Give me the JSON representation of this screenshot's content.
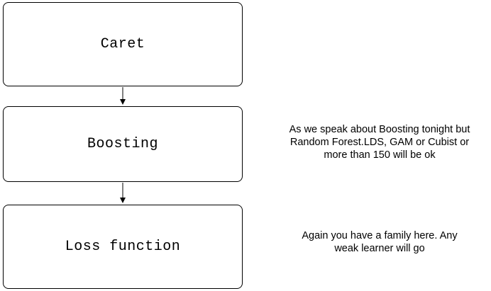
{
  "diagram": {
    "nodes": [
      {
        "id": "caret",
        "label": "Caret"
      },
      {
        "id": "boosting",
        "label": "Boosting"
      },
      {
        "id": "loss",
        "label": "Loss function"
      }
    ],
    "edges": [
      {
        "from": "caret",
        "to": "boosting"
      },
      {
        "from": "boosting",
        "to": "loss"
      }
    ],
    "notes": {
      "boosting": [
        "As we speak about Boosting tonight but",
        "Random Forest.LDS, GAM or Cubist or",
        "more than 150 will be ok"
      ],
      "loss": [
        "Again you have a family here. Any",
        "weak learner will go"
      ]
    },
    "colors": {
      "stroke": "#000000",
      "background": "#ffffff"
    }
  }
}
